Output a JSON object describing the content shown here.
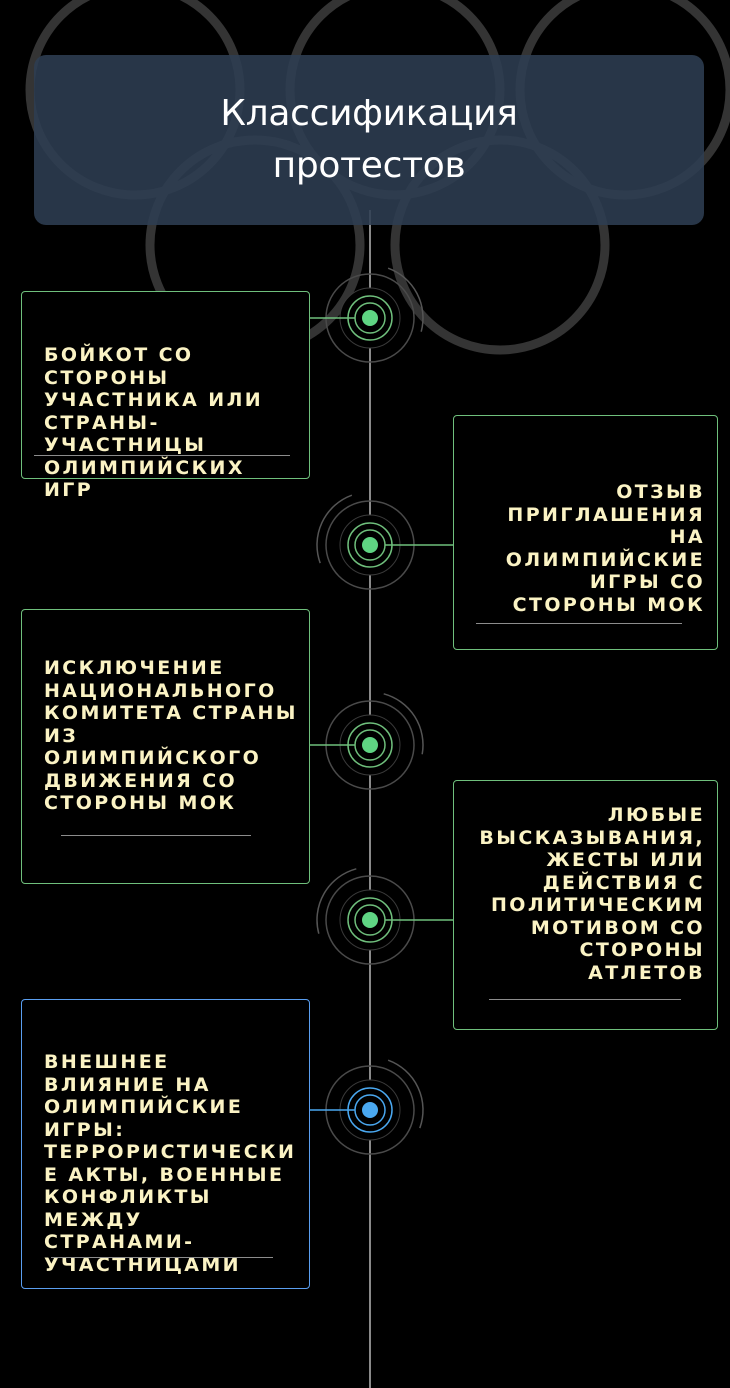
{
  "header": {
    "title": "Классификация протестов"
  },
  "colors": {
    "green": "#6fbf7c",
    "bright_green": "#5fd483",
    "blue": "#4aa8f0",
    "text": "#fbf3c4",
    "axis": "#8a8a8a",
    "rings": "#3a3a3a"
  },
  "decorations": {
    "background": "olympic-rings-icon"
  },
  "items": [
    {
      "id": "item-1",
      "text": "Бойкот со стороны участника или страны-участницы олимпийских игр",
      "side": "left",
      "color": "green"
    },
    {
      "id": "item-2",
      "text": "Отзыв приглашения на олимпийские игры со стороны МОК",
      "side": "right",
      "color": "green"
    },
    {
      "id": "item-3",
      "text": "Исключение национального комитета страны из олимпийского движения со стороны МОК",
      "side": "left",
      "color": "green"
    },
    {
      "id": "item-4",
      "text": "Любые высказывания, жесты или действия с политическим мотивом со стороны атлетов",
      "side": "right",
      "color": "green"
    },
    {
      "id": "item-5",
      "text": "Внешнее влияние на олимпийские игры: террористические акты, военные конфликты между странами-участницами",
      "side": "left",
      "color": "blue"
    }
  ]
}
